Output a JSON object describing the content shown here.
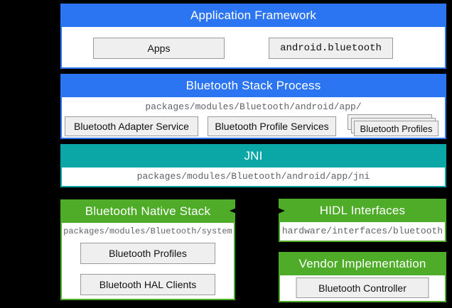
{
  "colors": {
    "background": "#000000",
    "blue": "#2C75F2",
    "teal": "#0BA7A7",
    "green": "#4EAC29",
    "box-bg": "#EFEFEF",
    "box-border": "#9A9A9A",
    "path-text": "#5F6368",
    "label-text": "#111111",
    "header-text": "#FFFFFF",
    "arrow": "#000000"
  },
  "sections": {
    "application_framework": {
      "title": "Application Framework",
      "apps_label": "Apps",
      "api_label": "android.bluetooth"
    },
    "bluetooth_stack_process": {
      "title": "Bluetooth Stack Process",
      "path": "packages/modules/Bluetooth/android/app/",
      "adapter_service_label": "Bluetooth Adapter Service",
      "profile_services_label": "Bluetooth Profile Services",
      "profiles_stack_label": "Bluetooth Profiles"
    },
    "jni": {
      "title": "JNI",
      "path": "packages/modules/Bluetooth/android/app/jni"
    },
    "bluetooth_native_stack": {
      "title": "Bluetooth Native Stack",
      "path": "packages/modules/Bluetooth/system",
      "profiles_label": "Bluetooth Profiles",
      "hal_clients_label": "Bluetooth HAL Clients"
    },
    "hidl_interfaces": {
      "title": "HIDL Interfaces",
      "path": "hardware/interfaces/bluetooth"
    },
    "vendor_implementation": {
      "title": "Vendor Implementation",
      "controller_label": "Bluetooth Controller"
    }
  }
}
